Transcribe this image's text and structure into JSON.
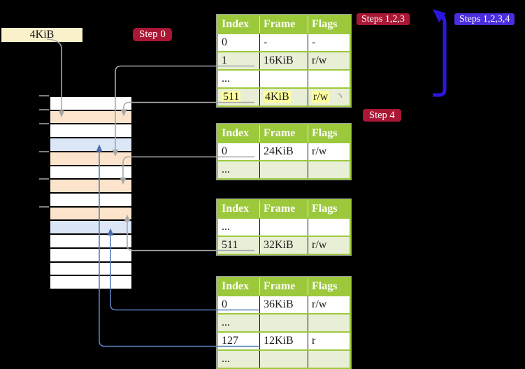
{
  "frame_label": {
    "text": "4KiB"
  },
  "badges": {
    "step0": {
      "text": "Step 0",
      "bg": "#a91734"
    },
    "steps123": {
      "text": "Steps 1,2,3",
      "bg": "#a91734"
    },
    "steps1234": {
      "text": "Steps 1,2,3,4",
      "bg": "#4a2ee0"
    },
    "step4": {
      "text": "Step 4",
      "bg": "#a91734"
    }
  },
  "memory": {
    "row_types": [
      "free",
      "page-table",
      "free",
      "mapped-frame",
      "page-table",
      "free",
      "page-table",
      "free",
      "page-table",
      "mapped-frame",
      "free",
      "free",
      "free",
      "free"
    ],
    "colors": {
      "free": "#ffffff",
      "page-table": "#fce4cc",
      "mapped-frame": "#dbe6f6"
    }
  },
  "tables": [
    {
      "headers": [
        "Index",
        "Frame",
        "Flags"
      ],
      "rows": [
        [
          "0",
          "-",
          "-"
        ],
        [
          "1",
          "16KiB",
          "r/w"
        ],
        [
          "...",
          "",
          ""
        ],
        [
          "511",
          "4KiB",
          "r/w"
        ]
      ],
      "highlight_row": 3
    },
    {
      "headers": [
        "Index",
        "Frame",
        "Flags"
      ],
      "rows": [
        [
          "0",
          "24KiB",
          "r/w"
        ],
        [
          "...",
          "",
          ""
        ]
      ],
      "highlight_row": -1
    },
    {
      "headers": [
        "Index",
        "Frame",
        "Flags"
      ],
      "rows": [
        [
          "...",
          "",
          ""
        ],
        [
          "511",
          "32KiB",
          "r/w"
        ]
      ],
      "highlight_row": -1
    },
    {
      "headers": [
        "Index",
        "Frame",
        "Flags"
      ],
      "rows": [
        [
          "0",
          "36KiB",
          "r/w"
        ],
        [
          "...",
          "",
          ""
        ],
        [
          "127",
          "12KiB",
          "r"
        ],
        [
          "...",
          "",
          ""
        ]
      ],
      "highlight_row": -1
    }
  ],
  "colors": {
    "table_header_green": "#9cc93c",
    "table_row_green": "#e9efd6",
    "highlight_yellow": "#feff9e",
    "label_cream": "#faf0ca",
    "arrow_gray": "#a8a8a8",
    "arrow_blue_thin": "#5b7db8",
    "arrow_blue_big": "#2c16e2"
  }
}
